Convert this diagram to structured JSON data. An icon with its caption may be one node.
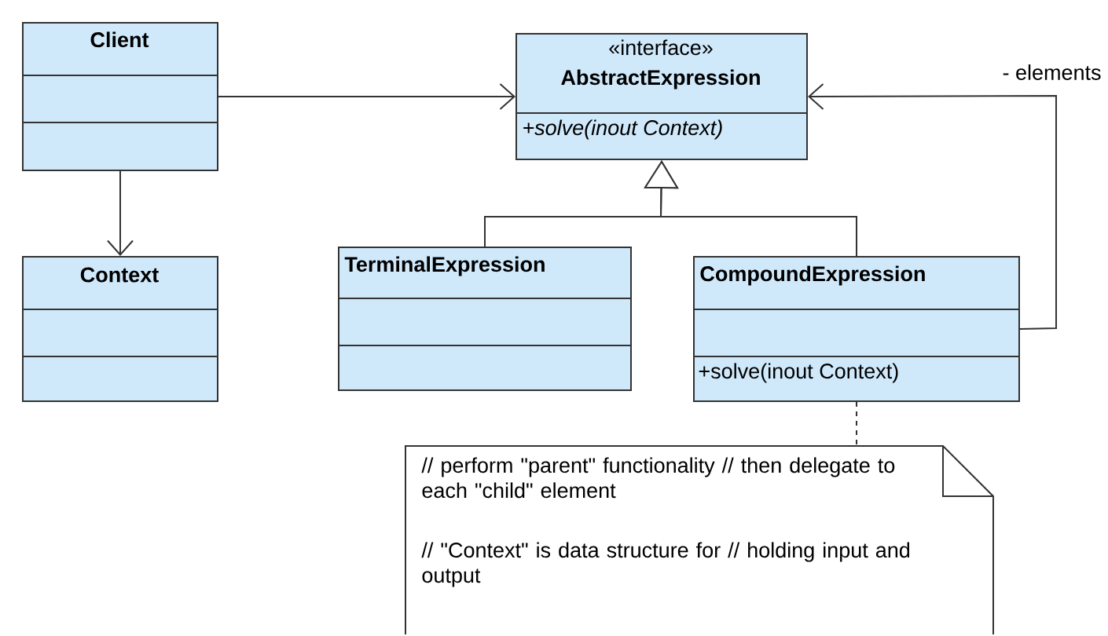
{
  "diagram": {
    "nodes": [
      {
        "text": [
          "Client"
        ]
      },
      {
        "text": [
          "«interface»",
          "AbstractExpression",
          "+solve(inout Context)"
        ]
      },
      {
        "text": [
          "Context"
        ]
      },
      {
        "text": [
          "TerminalExpression"
        ]
      },
      {
        "text": [
          "CompoundExpression",
          "+solve(inout Context)"
        ]
      },
      {
        "text": [
          "// perform \"parent\" functionality // then delegate to each \"child\" element",
          "// \"Context\" is data structure for // holding input and output"
        ]
      }
    ],
    "edges": [
      {
        "from": 0,
        "to": 1,
        "arrow": "to"
      },
      {
        "from": 0,
        "to": 2,
        "arrow": "to"
      },
      {
        "from": 3,
        "to": 1,
        "arrow": "to"
      },
      {
        "from": 4,
        "to": 1,
        "arrow": "to"
      },
      {
        "from": 4,
        "to": 1,
        "arrow": "to",
        "label": "- elements"
      },
      {
        "from": 4,
        "to": 5,
        "arrow": "none",
        "style": "dashed"
      }
    ]
  }
}
